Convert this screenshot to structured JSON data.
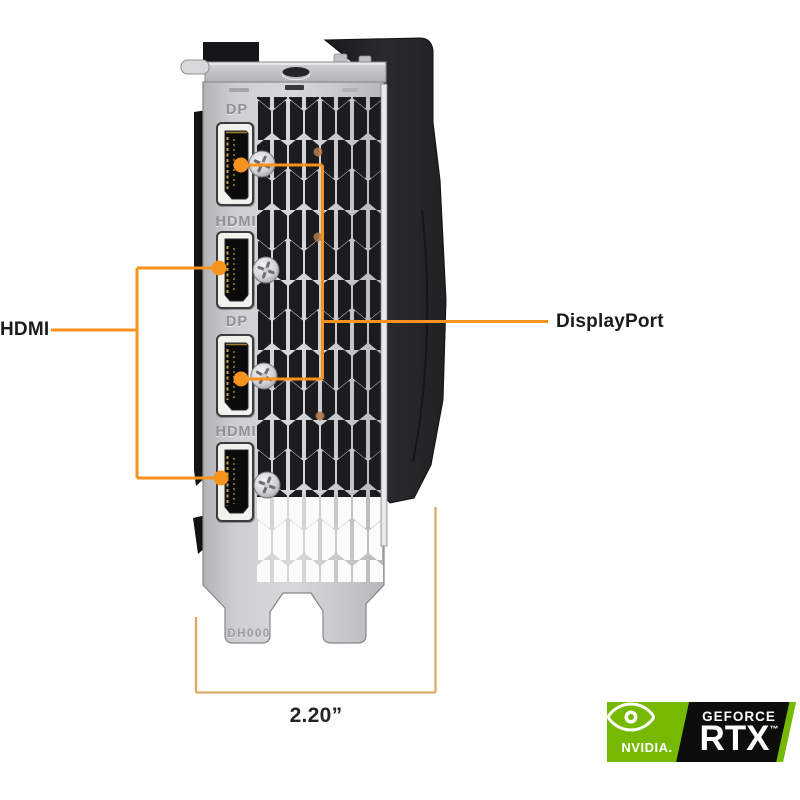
{
  "image_type": "annotated product image of graphics card IO bracket",
  "colors": {
    "accent": "#f6921e",
    "dim": "#d9aa66",
    "nvgreen": "#76b900",
    "badgeblack": "#0d0d0d"
  },
  "card": {
    "port_labels": [
      "DP",
      "HDMI",
      "DP",
      "HDMI"
    ],
    "bracket_code": "DH000"
  },
  "callouts": {
    "hdmi": "HDMI",
    "displayport": "DisplayPort"
  },
  "dimension": {
    "width_label": "2.20”"
  },
  "badge": {
    "brand": "NVIDIA.",
    "series": "GEFORCE",
    "model": "RTX",
    "trademark": "™"
  }
}
